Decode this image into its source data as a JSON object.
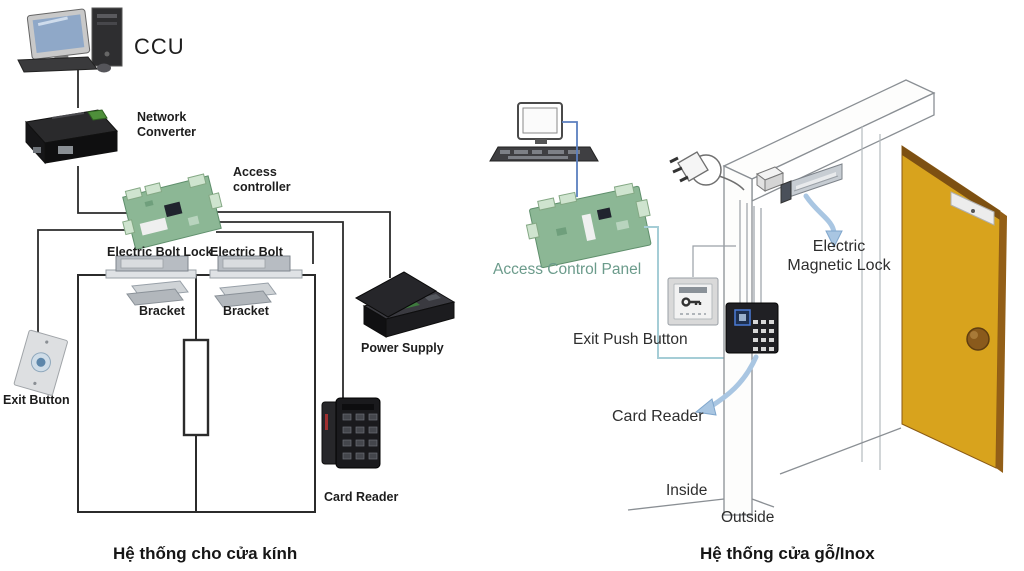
{
  "left_diagram": {
    "caption": "Hệ thống cho cửa kính",
    "labels": {
      "ccu": "CCU",
      "network_converter_line1": "Network",
      "network_converter_line2": "Converter",
      "access_controller_line1": "Access",
      "access_controller_line2": "controller",
      "electric_bolt_lock": "Electric Bolt Lock",
      "electric_bolt": "Electric Bolt",
      "bracket_left": "Bracket",
      "bracket_right": "Bracket",
      "exit_button": "Exit Button",
      "power_supply": "Power Supply",
      "card_reader": "Card Reader"
    }
  },
  "right_diagram": {
    "caption": "Hệ thống cửa gỗ/Inox",
    "labels": {
      "access_control_panel": "Access Control Panel",
      "exit_push_button": "Exit Push Button",
      "electric_magnetic_lock_line1": "Electric",
      "electric_magnetic_lock_line2": "Magnetic Lock",
      "card_reader": "Card Reader",
      "inside": "Inside",
      "outside": "Outside"
    }
  },
  "palette": {
    "wire_dark": "#2b2b2b",
    "wire_gray": "#9aa0a6",
    "wire_blue": "#5b7fbf",
    "wire_teal": "#a5cdd6",
    "arrow_blue": "#a9c6e2",
    "pcb_green": "#8cb795",
    "panel_label_green": "#6b9b8b",
    "door_yellow": "#d8a31d",
    "door_edge_brown": "#7d5012",
    "device_black": "#1c1c1e",
    "metal_gray": "#b7bcc2"
  }
}
